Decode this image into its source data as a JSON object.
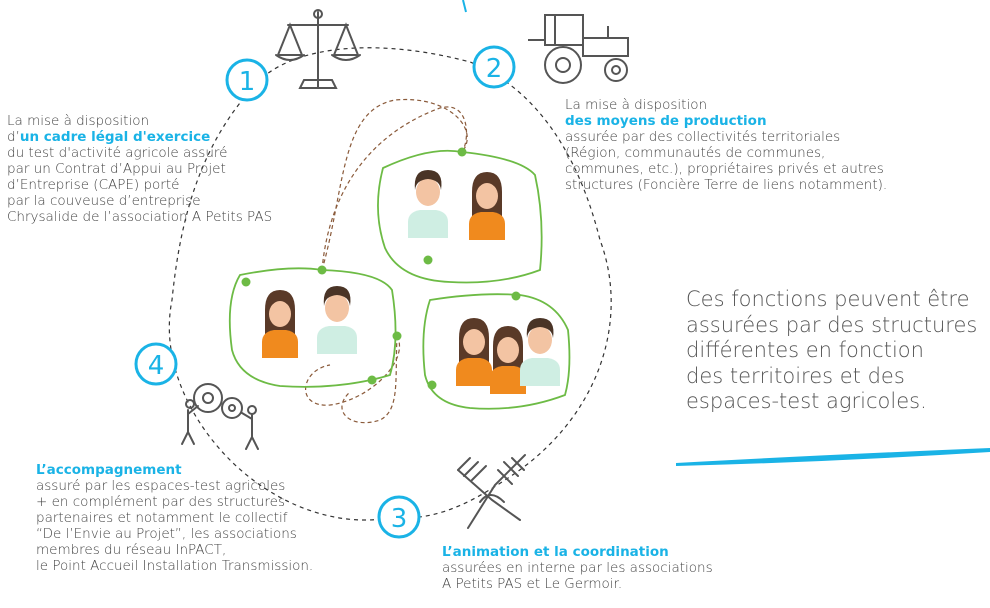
{
  "colors": {
    "accent_blue": "#1ab3e6",
    "green": "#6dbb45",
    "orange": "#f08a1e",
    "path_brown": "#8a5a3a"
  },
  "steps": [
    {
      "number": "1",
      "icon": "balance-scale-icon",
      "pre": "La mise à disposition",
      "pre2": "d’",
      "highlight": "un cadre légal d'exercice",
      "lines": [
        "du test d'activité agricole assuré",
        "par un Contrat d’Appui au Projet",
        "d’Entreprise (CAPE)  porté",
        "par la couveuse d’entreprise",
        "Chrysalide de l’association A Petits PAS"
      ]
    },
    {
      "number": "2",
      "icon": "tractor-icon",
      "pre": "La mise à disposition",
      "highlight": "des moyens de production",
      "lines": [
        "assurée par des collectivités territoriales",
        "(Région, communautés de communes,",
        "communes, etc.), propriétaires privés et autres",
        "structures (Foncière Terre de liens notamment)."
      ]
    },
    {
      "number": "3",
      "icon": "joined-hands-icon",
      "highlight": "L’animation et la coordination",
      "lines": [
        "assurées en interne par les associations",
        "A Petits PAS et Le Germoir."
      ]
    },
    {
      "number": "4",
      "icon": "people-gears-icon",
      "highlight": "L’accompagnement",
      "lines": [
        "assuré par les espaces-test agricoles",
        "+ en complément par des structures",
        "partenaires et notamment  le collectif",
        "“De l’Envie au Projet”, les associations",
        "membres du réseau InPACT,",
        "le Point Accueil Installation Transmission."
      ]
    }
  ],
  "note": {
    "lines": [
      "Ces fonctions peuvent être",
      "assurées par des structures",
      "différentes en fonction",
      "des territoires et des",
      "espaces-test agricoles."
    ]
  }
}
